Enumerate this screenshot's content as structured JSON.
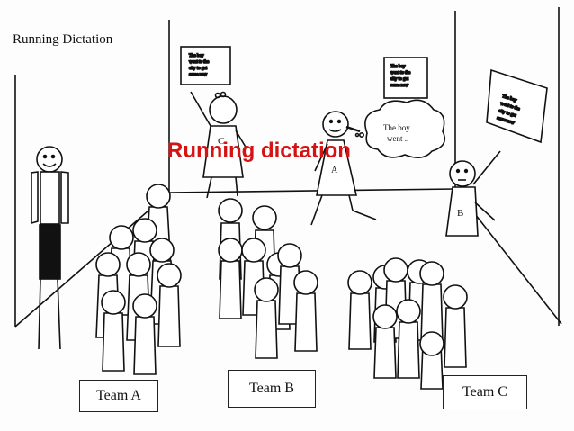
{
  "title": "Running Dictation",
  "overlay_title": "Running dictation",
  "teams": [
    "Team A",
    "Team B",
    "Team C"
  ],
  "speech_bubble": [
    "The boy",
    "went .."
  ],
  "text_poster_lines": [
    "The boy",
    "went to the",
    "city to get",
    "some new"
  ],
  "runner_labels": [
    "C",
    "A",
    "B"
  ],
  "colors": {
    "overlay_red": "#d41414",
    "ink": "#111111"
  }
}
